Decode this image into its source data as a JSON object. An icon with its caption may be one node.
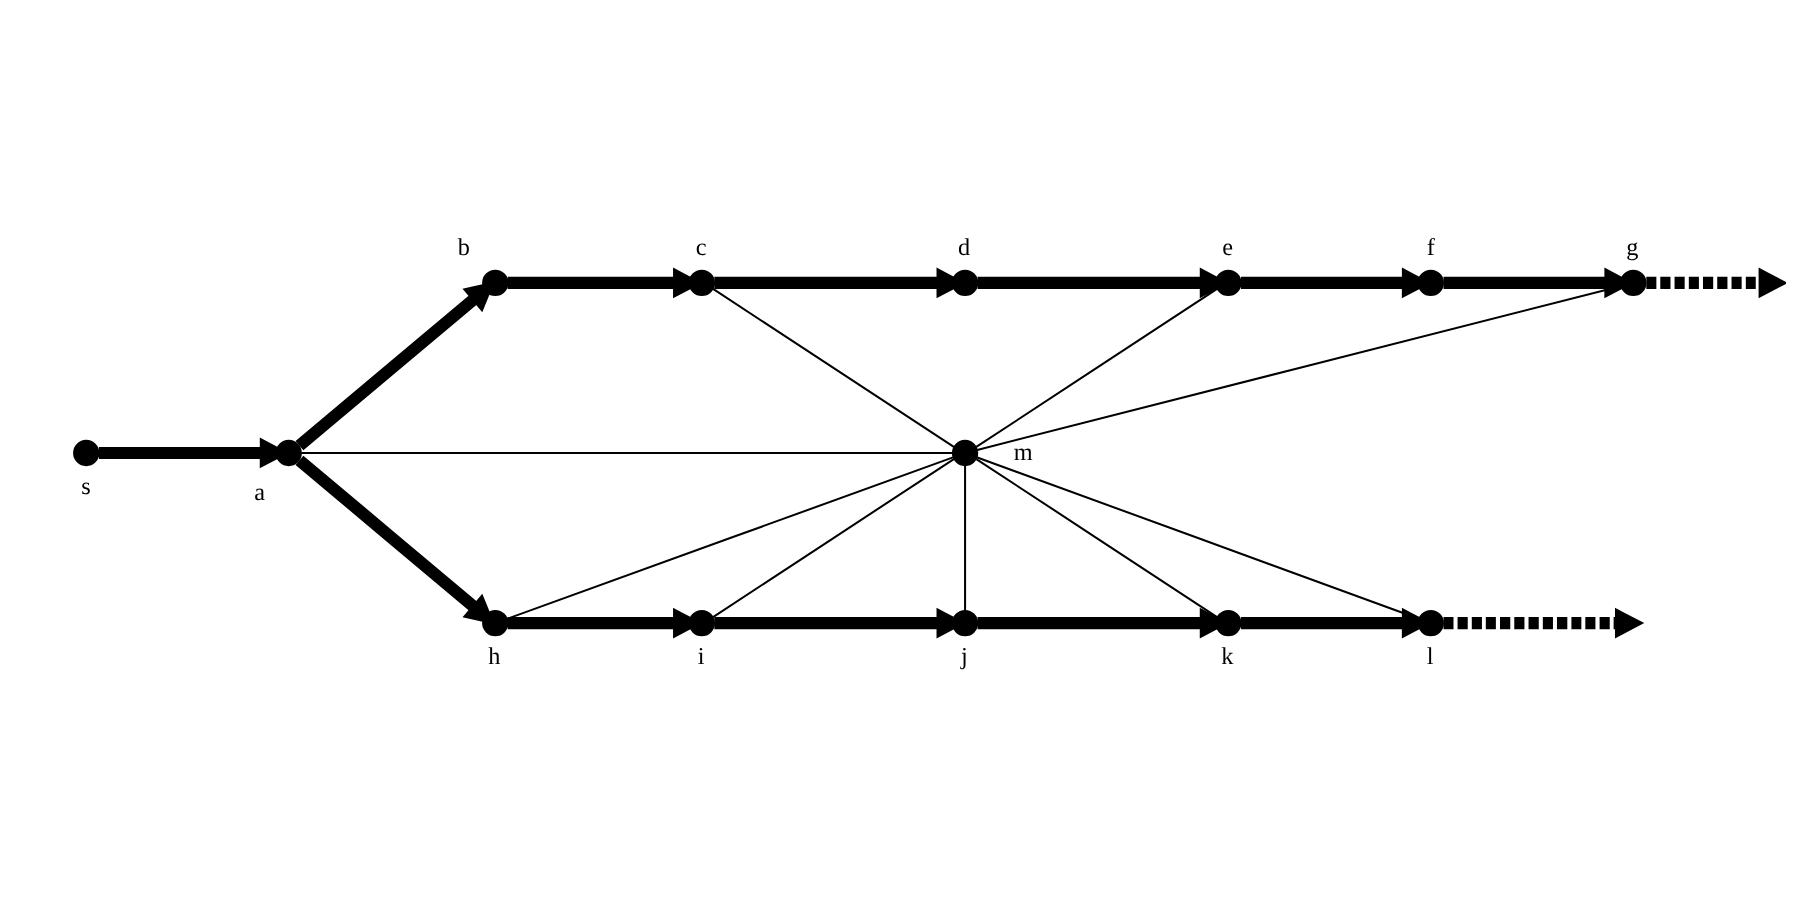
{
  "diagram": {
    "nodes": [
      {
        "text": [],
        "shape": "circle",
        "beside": [
          "s"
        ]
      },
      {
        "text": [],
        "shape": "circle",
        "beside": [
          "a"
        ]
      },
      {
        "text": [],
        "shape": "circle",
        "beside": [
          "b"
        ]
      },
      {
        "text": [],
        "shape": "circle",
        "beside": [
          "c"
        ]
      },
      {
        "text": [],
        "shape": "circle",
        "beside": [
          "d"
        ]
      },
      {
        "text": [],
        "shape": "circle",
        "beside": [
          "e"
        ]
      },
      {
        "text": [],
        "shape": "circle",
        "beside": [
          "f"
        ]
      },
      {
        "text": [],
        "shape": "circle",
        "beside": [
          "g"
        ]
      },
      {
        "text": [],
        "shape": "circle",
        "beside": [
          "h"
        ]
      },
      {
        "text": [],
        "shape": "circle",
        "beside": [
          "i"
        ]
      },
      {
        "text": [],
        "shape": "circle",
        "beside": [
          "j"
        ]
      },
      {
        "text": [],
        "shape": "circle",
        "beside": [
          "k"
        ]
      },
      {
        "text": [],
        "shape": "circle",
        "beside": [
          "l"
        ]
      },
      {
        "text": [],
        "shape": "circle",
        "beside": [
          "m"
        ]
      }
    ],
    "edges": [
      {
        "from": 0,
        "to": 1,
        "arrow": "to"
      },
      {
        "from": 1,
        "to": 2,
        "arrow": "to"
      },
      {
        "from": 2,
        "to": 3,
        "arrow": "to"
      },
      {
        "from": 3,
        "to": 4,
        "arrow": "to"
      },
      {
        "from": 4,
        "to": 5,
        "arrow": "to"
      },
      {
        "from": 5,
        "to": 6,
        "arrow": "to"
      },
      {
        "from": 6,
        "to": 7,
        "arrow": "to"
      },
      {
        "from": 7,
        "to": null,
        "arrow": "to",
        "style": "dashed"
      },
      {
        "from": 1,
        "to": 8,
        "arrow": "to"
      },
      {
        "from": 8,
        "to": 9,
        "arrow": "to"
      },
      {
        "from": 9,
        "to": 10,
        "arrow": "to"
      },
      {
        "from": 10,
        "to": 11,
        "arrow": "to"
      },
      {
        "from": 11,
        "to": 12,
        "arrow": "to"
      },
      {
        "from": 12,
        "to": null,
        "arrow": "to",
        "style": "dashed"
      },
      {
        "from": 13,
        "to": 3,
        "arrow": "none"
      },
      {
        "from": 13,
        "to": 5,
        "arrow": "none"
      },
      {
        "from": 13,
        "to": 7,
        "arrow": "none"
      },
      {
        "from": 13,
        "to": 1,
        "arrow": "none"
      },
      {
        "from": 13,
        "to": 8,
        "arrow": "none"
      },
      {
        "from": 13,
        "to": 9,
        "arrow": "none"
      },
      {
        "from": 13,
        "to": 10,
        "arrow": "none"
      },
      {
        "from": 13,
        "to": 11,
        "arrow": "none"
      },
      {
        "from": 13,
        "to": 12,
        "arrow": "none"
      }
    ]
  }
}
